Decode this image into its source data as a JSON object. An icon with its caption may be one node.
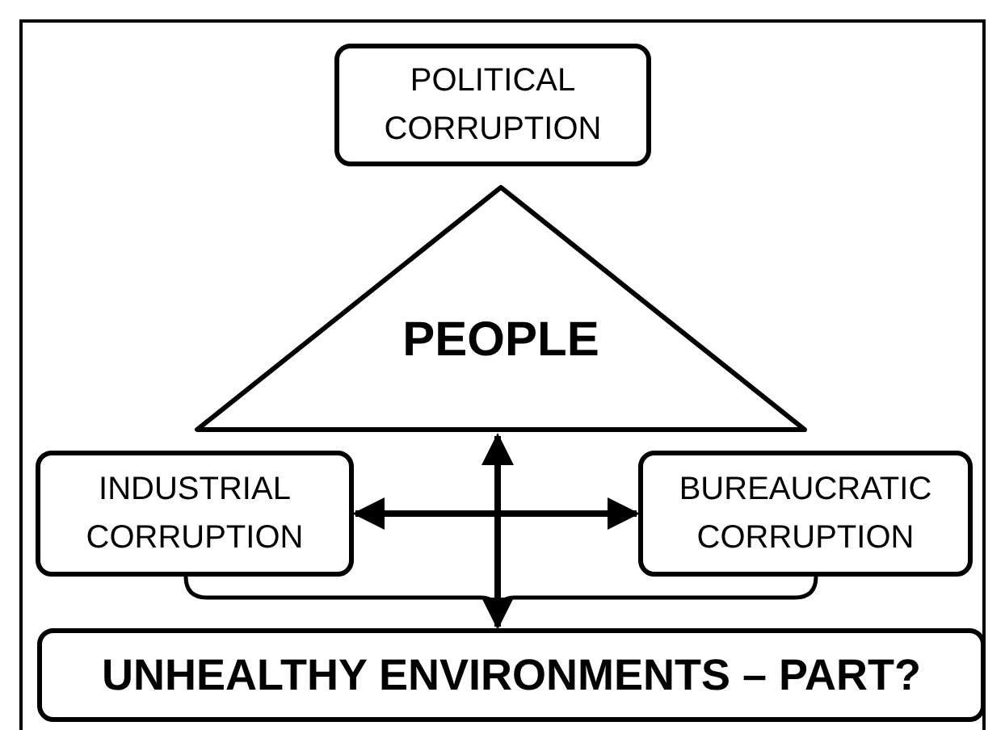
{
  "diagram": {
    "nodes": [
      {
        "text": [
          "POLITICAL CORRUPTION"
        ]
      },
      {
        "text": [
          "PEOPLE"
        ]
      },
      {
        "text": [
          "INDUSTRIAL CORRUPTION"
        ]
      },
      {
        "text": [
          "BUREAUCRATIC CORRUPTION"
        ]
      },
      {
        "text": [
          "UNHEALTHY ENVIRONMENTS – PART?"
        ]
      }
    ],
    "edges": [
      {
        "from": 1,
        "to": 4,
        "arrow": "both"
      },
      {
        "from": 2,
        "to": 3,
        "arrow": "both"
      }
    ]
  }
}
